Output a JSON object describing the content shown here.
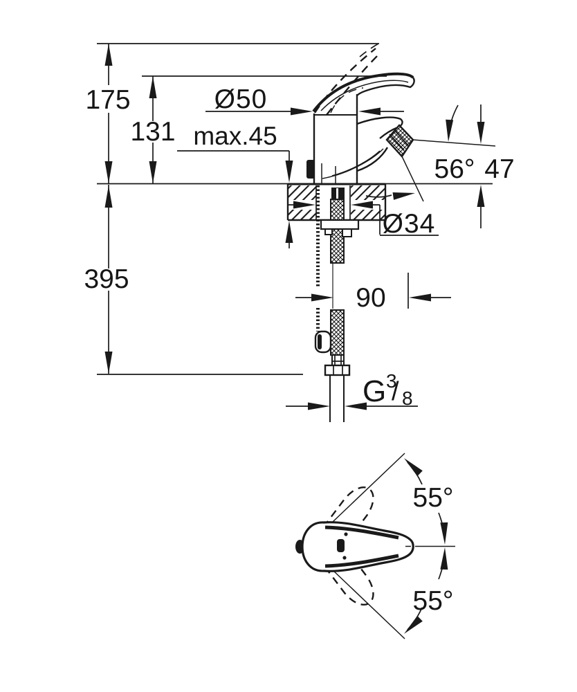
{
  "drawing": {
    "colors": {
      "line": "#1a1a1a",
      "background": "#ffffff"
    },
    "front_view": {
      "labels": {
        "total_height": "175",
        "spout_height": "131",
        "body_diameter": "Ø50",
        "max_mounting_thickness": "max.45",
        "spray_angle": "56°",
        "spray_height": "47",
        "hole_diameter": "Ø34",
        "hose_length": "395",
        "spray_offset": "90",
        "thread_letter": "G",
        "thread_numerator": "3",
        "thread_slash": "/",
        "thread_denominator": "8"
      }
    },
    "top_view": {
      "labels": {
        "swivel_angle_up": "55°",
        "swivel_angle_down": "55°"
      }
    }
  }
}
